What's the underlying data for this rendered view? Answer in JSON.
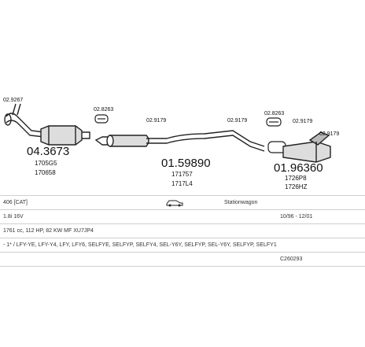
{
  "parts": {
    "clamp_left": "02.9267",
    "clamp_mid1": "02.8263",
    "clamp_mid2": "02.9179",
    "clamp_mid3": "02.9179",
    "clamp_right1": "02.8263",
    "clamp_right2": "02.9179",
    "clamp_right3": "02.9179",
    "cat_code": "04.3673",
    "cat_ref1": "1705G5",
    "cat_ref2": "170658",
    "mid_code": "01.59890",
    "mid_ref1": "171757",
    "mid_ref2": "1717L4",
    "rear_code": "01.96360",
    "rear_ref1": "1726P8",
    "rear_ref2": "1726HZ"
  },
  "table": {
    "model": "406 [CAT]",
    "car_icon": "car-icon",
    "body": "Stationwagon",
    "engine": "1.8i 16V",
    "dates": "10/96 - 12/01",
    "spec": "1761 cc, 112 HP, 82 KW MF XU7JP4",
    "engine_codes": "- 1* / LFY-YE, LFY-Y4, LFY, LFY6, SELFYE, SELFYP, SELFY4, SEL-Y6Y, SELFYP, SEL-Y6Y, SELFYP, SELFY1",
    "ref": "C260293"
  }
}
